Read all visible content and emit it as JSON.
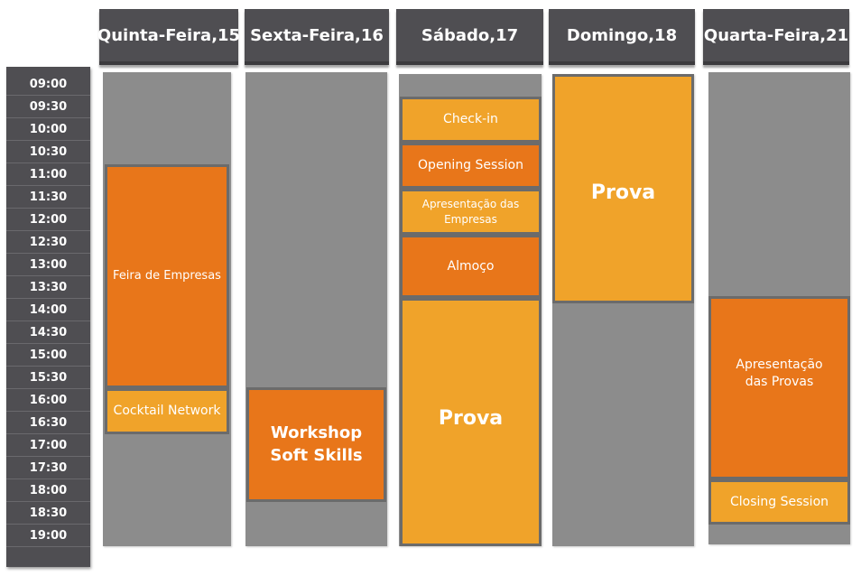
{
  "days": [
    {
      "label": "Quinta-Feira,15"
    },
    {
      "label": "Sexta-Feira,16"
    },
    {
      "label": "Sábado,17"
    },
    {
      "label": "Domingo,18"
    },
    {
      "label": "Quarta-Feira,21"
    }
  ],
  "times": [
    "09:00",
    "09:30",
    "10:00",
    "10:30",
    "11:00",
    "11:30",
    "12:00",
    "12:30",
    "13:00",
    "13:30",
    "14:00",
    "14:30",
    "15:00",
    "15:30",
    "16:00",
    "16:30",
    "17:00",
    "17:30",
    "18:00",
    "18:30",
    "19:00"
  ],
  "events": {
    "feira_empresas": "Feira de Empresas",
    "cocktail_network": "Cocktail Network",
    "workshop_line1": "Workshop",
    "workshop_line2": "Soft Skills",
    "checkin": "Check-in",
    "opening_session": "Opening Session",
    "apresentacao_empresas_line1": "Apresentação das",
    "apresentacao_empresas_line2": "Empresas",
    "almoco": "Almoço",
    "prova_sabado": "Prova",
    "prova_domingo": "Prova",
    "apresentacao_provas_line1": "Apresentação",
    "apresentacao_provas_line2": "das Provas",
    "closing_session": "Closing Session"
  },
  "colors": {
    "header_bg": "#4f4e52",
    "column_bg": "#8c8c8c",
    "event_light": "#f0a32a",
    "event_dark": "#e8761a"
  }
}
